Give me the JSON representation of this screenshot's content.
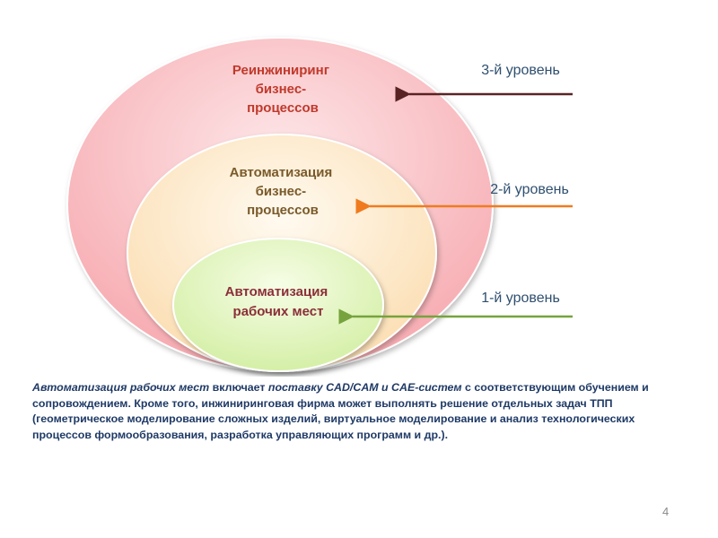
{
  "diagram": {
    "outer": {
      "label_lines": [
        "Реинжиниринг",
        "бизнес-",
        "процессов"
      ],
      "fill": "#f9b8bd",
      "text_color": "#c0392b"
    },
    "middle": {
      "label_lines": [
        "Автоматизация",
        "бизнес-",
        "процессов"
      ],
      "fill": "#fce5c4",
      "text_color": "#7a5a2a"
    },
    "inner": {
      "label_lines": [
        "Автоматизация",
        "рабочих мест"
      ],
      "fill": "#dff2b8",
      "text_color": "#8b2f3a"
    },
    "levels": [
      {
        "label": "3-й уровень",
        "color": "#5a2323"
      },
      {
        "label": "2-й уровень",
        "color": "#f07b1f"
      },
      {
        "label": "1-й уровень",
        "color": "#76a33d"
      }
    ]
  },
  "description": {
    "part1_em": "Автоматизация рабочих мест",
    "part2": " включает ",
    "part3_em": "поставку CAD/CAM и CAE-систем",
    "part4": " с соответствующим обучением и сопровождением. Кроме того, инжиниринговая фирма может выполнять решение отдельных задач ТПП (геометрическое моделирование сложных изделий, виртуальное моделирование и анализ технологических процессов формообразования, разработка управляющих программ и др.)."
  },
  "page_number": "4"
}
